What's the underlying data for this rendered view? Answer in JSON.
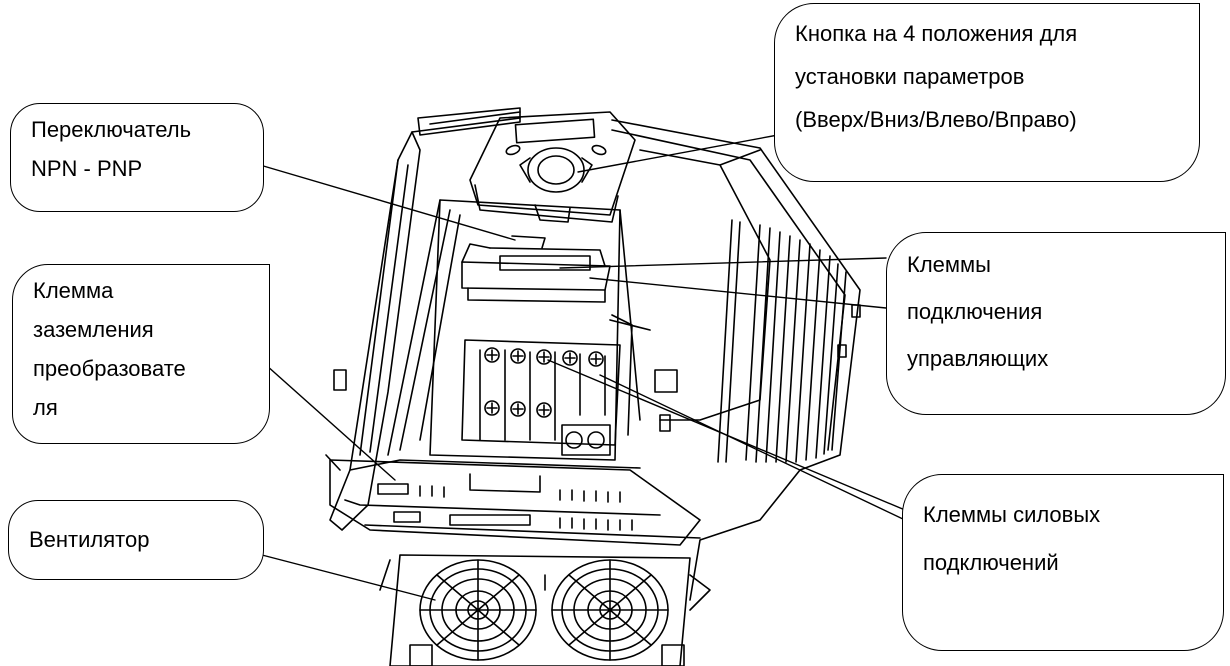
{
  "callouts": {
    "npn_pnp_switch": {
      "lines": [
        "Переключатель",
        "NPN - PNP"
      ]
    },
    "ground_terminal": {
      "lines": [
        "Клемма",
        "заземления",
        "преобразовате",
        "ля"
      ]
    },
    "fan": {
      "lines": [
        "Вентилятор"
      ]
    },
    "keypad_button": {
      "lines": [
        "Кнопка на 4 положения для",
        "установки параметров",
        "(Вверх/Вниз/Влево/Вправо)"
      ]
    },
    "control_terminals": {
      "lines": [
        "Клеммы",
        "подключения",
        "управляющих"
      ]
    },
    "power_terminals": {
      "lines": [
        "Клеммы силовых",
        "подключений"
      ]
    }
  },
  "colors": {
    "line": "#000000",
    "background": "#ffffff"
  }
}
